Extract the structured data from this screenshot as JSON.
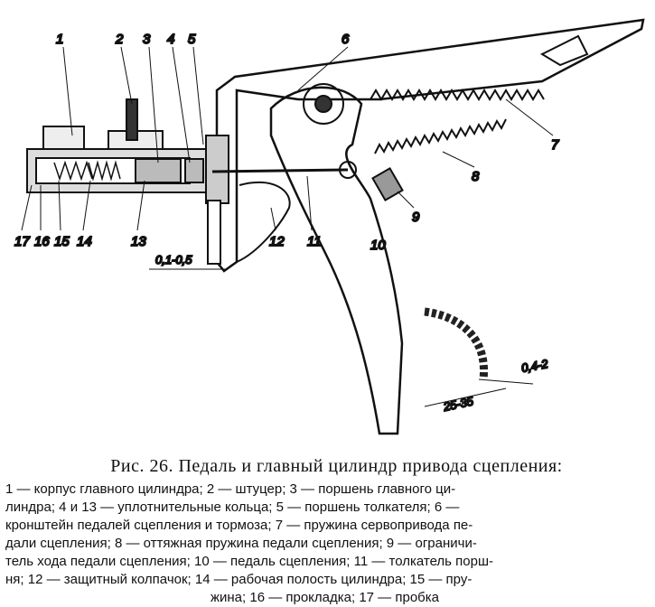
{
  "figure": {
    "callouts": [
      "1",
      "2",
      "3",
      "4",
      "5",
      "6",
      "7",
      "8",
      "9",
      "10",
      "11",
      "12",
      "13",
      "14",
      "15",
      "16",
      "17"
    ],
    "dimensions": {
      "gap": "0,1-0,5",
      "stop": "0,4-2",
      "travel": "25-35"
    }
  },
  "caption": {
    "title": "Рис. 26. Педаль и главный цилиндр привода сцепления:",
    "lines": [
      "1 — корпус главного цилиндра; 2 — штуцер; 3 — поршень главного ци-",
      "линдра; 4 и 13 — уплотнительные кольца; 5 — поршень толкателя; 6 —",
      "кронштейн педалей сцепления и тормоза; 7 — пружина сервопривода пе-",
      "дали сцепления; 8 — оттяжная пружина педали сцепления; 9 — ограничи-",
      "тель хода педали сцепления; 10 — педаль сцепления; 11 — толкатель порш-",
      "ня; 12 — защитный колпачок; 14 — рабочая полость цилиндра; 15 — пру-",
      "жина; 16 — прокладка; 17 — пробка"
    ]
  }
}
